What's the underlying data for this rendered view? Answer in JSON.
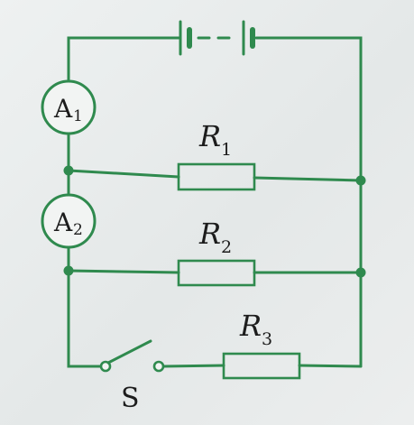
{
  "diagram": {
    "ammeters": [
      {
        "letter": "A",
        "sub": "1"
      },
      {
        "letter": "A",
        "sub": "2"
      }
    ],
    "resistors": [
      {
        "letter": "R",
        "sub": "1"
      },
      {
        "letter": "R",
        "sub": "2"
      },
      {
        "letter": "R",
        "sub": "3"
      }
    ],
    "switch_label": "S",
    "colors": {
      "wire": "#2f8a4e",
      "text": "#1c1c1c",
      "background": "#e9ecec"
    }
  }
}
